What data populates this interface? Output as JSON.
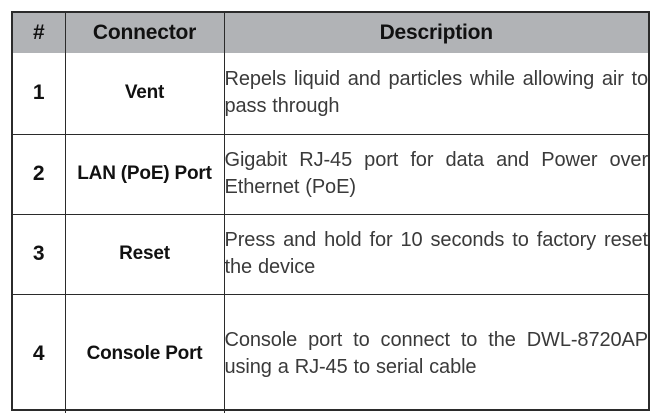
{
  "table": {
    "columns": [
      {
        "key": "num",
        "label": "#"
      },
      {
        "key": "conn",
        "label": "Connector"
      },
      {
        "key": "desc",
        "label": "Description"
      }
    ],
    "header_background": "#b1b3b6",
    "border_color": "#2b2b2b",
    "description_text_color": "#3a3a3a",
    "rows": [
      {
        "num": "1",
        "connector": "Vent",
        "description": "Repels liquid and particles while allowing air to pass through"
      },
      {
        "num": "2",
        "connector": "LAN (PoE) Port",
        "description": "Gigabit RJ-45 port for data and Power over Ethernet (PoE)"
      },
      {
        "num": "3",
        "connector": "Reset",
        "description": "Press and hold for 10 seconds to factory reset the device"
      },
      {
        "num": "4",
        "connector": "Console Port",
        "description": "Console port to connect to the DWL-8720AP using a RJ-45 to serial cable"
      }
    ]
  }
}
